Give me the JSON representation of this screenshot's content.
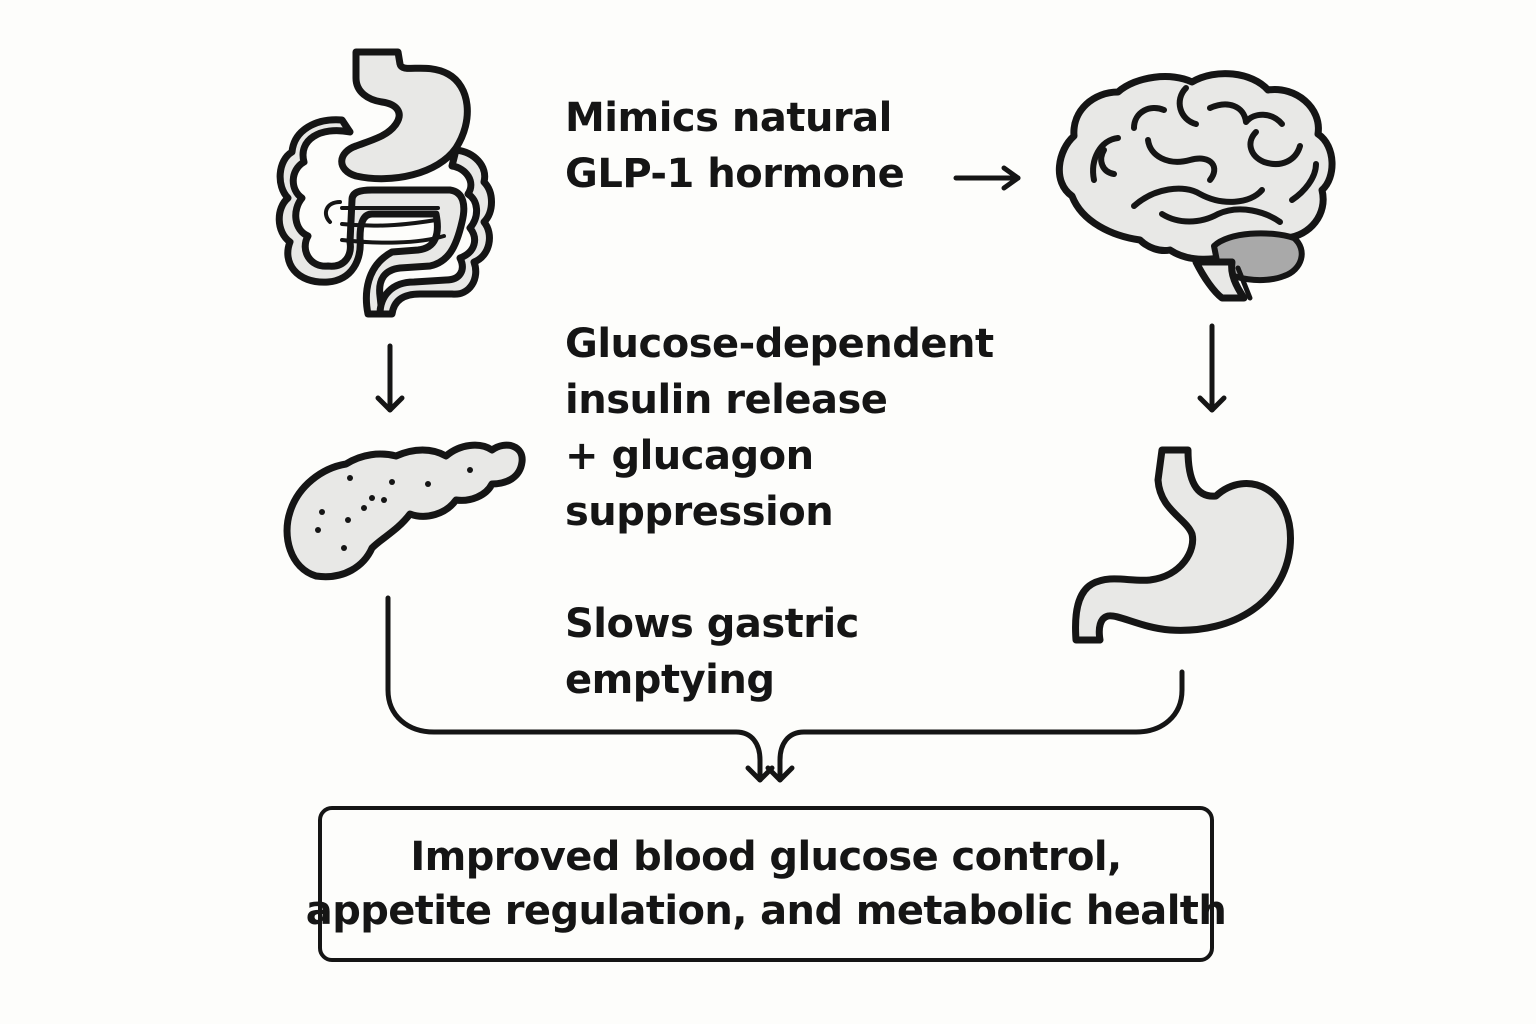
{
  "steps": {
    "mimics": {
      "line1": "Mimics natural",
      "line2": "GLP-1 hormone"
    },
    "insulin": {
      "line1": "Glucose-dependent",
      "line2": "insulin release",
      "line3": "+ glucagon",
      "line4": "suppression"
    },
    "gastric": {
      "line1": "Slows gastric",
      "line2": "emptying"
    }
  },
  "outcome": {
    "line1": "Improved blood glucose control,",
    "line2": "appetite regulation, and metabolic health"
  },
  "icons": [
    "intestines-icon",
    "brain-icon",
    "pancreas-icon",
    "stomach-icon"
  ],
  "colors": {
    "stroke": "#151515",
    "organ_fill": "#e8e8e6",
    "cerebellum_fill": "#a9a9a9",
    "background": "#fdfdfb"
  }
}
